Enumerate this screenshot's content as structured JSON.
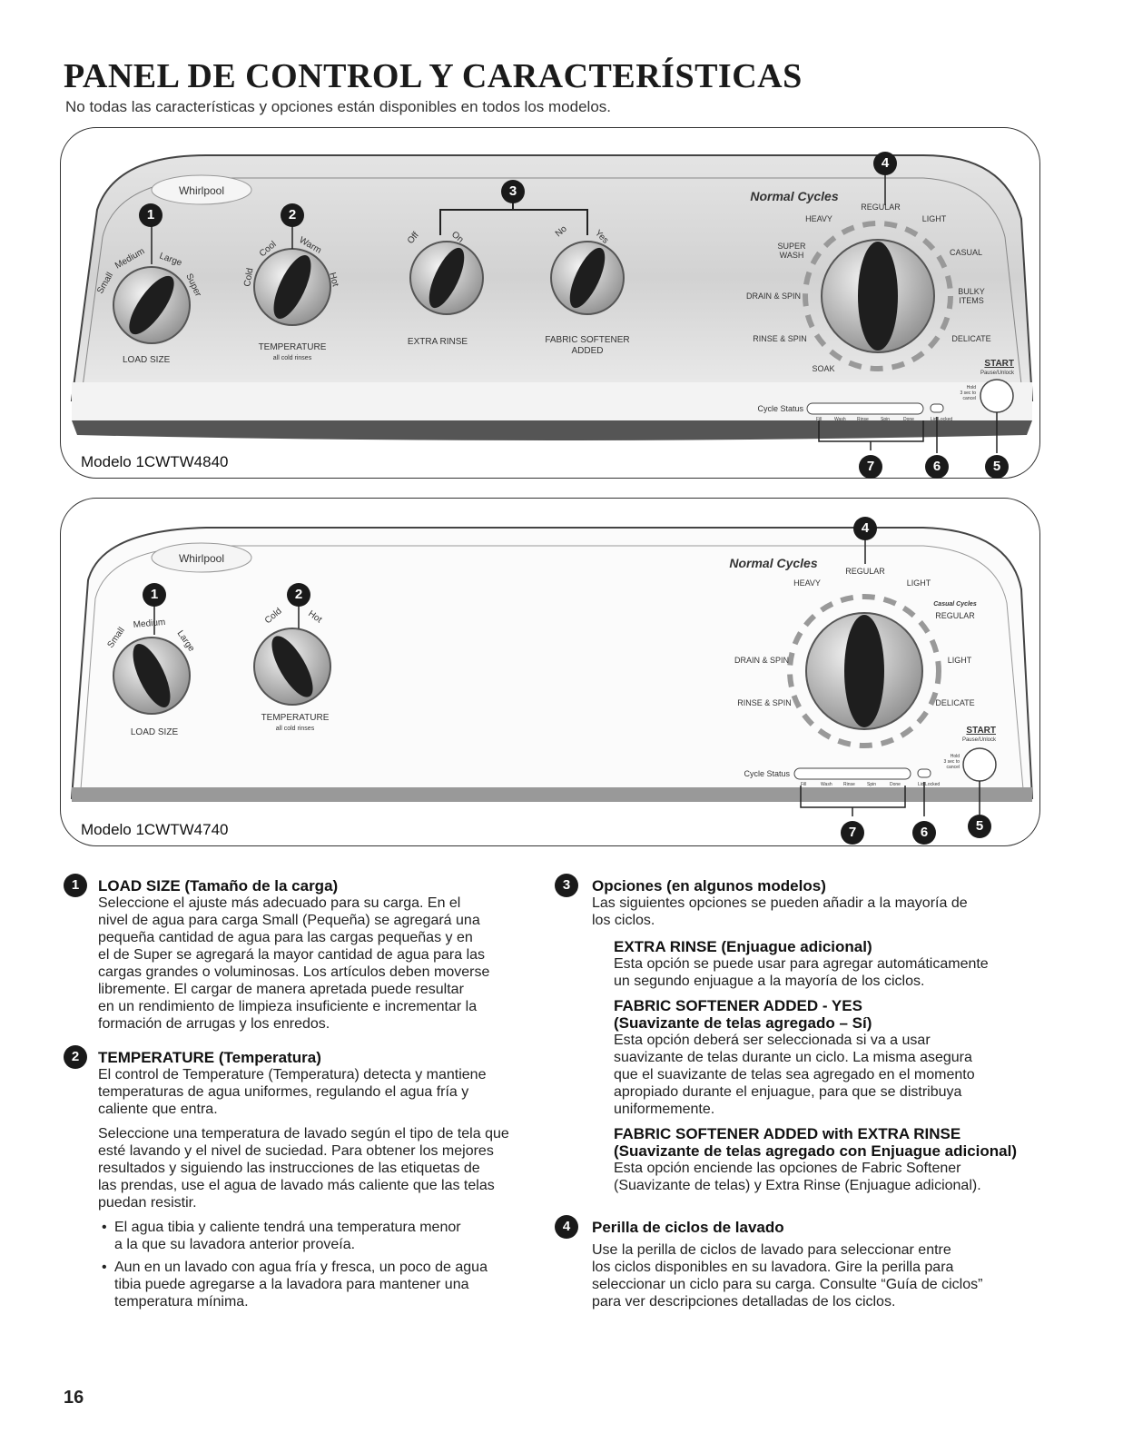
{
  "page": {
    "title": "PANEL DE CONTROL Y CARACTERÍSTICAS",
    "subtitle": "No todas las características y opciones están disponibles en todos los modelos.",
    "page_number": "16"
  },
  "panel1": {
    "model": "Modelo 1CWTW4840",
    "brand": "Whirlpool",
    "load": {
      "title": "LOAD SIZE",
      "small": "Small",
      "medium": "Medium",
      "large": "Large",
      "super": "Super"
    },
    "temp": {
      "title": "TEMPERATURE",
      "sub": "all cold rinses",
      "cold": "Cold",
      "cool": "Cool",
      "warm": "Warm",
      "hot": "Hot"
    },
    "rinse": {
      "title": "EXTRA RINSE",
      "off": "Off",
      "on": "On"
    },
    "softener": {
      "title1": "FABRIC SOFTENER",
      "title2": "ADDED",
      "no": "No",
      "yes": "Yes"
    },
    "cycles": {
      "title": "Normal Cycles",
      "regular": "REGULAR",
      "heavy": "HEAVY",
      "light": "LIGHT",
      "super1": "SUPER",
      "super2": "WASH",
      "casual": "CASUAL",
      "bulky1": "BULKY",
      "bulky2": "ITEMS",
      "drain": "DRAIN & SPIN",
      "delicate": "DELICATE",
      "rinse": "RINSE & SPIN",
      "soak": "SOAK"
    },
    "start": {
      "label": "START",
      "sub": "Pause/Unlock",
      "hold1": "Hold",
      "hold2": "3 sec to",
      "hold3": "cancel"
    },
    "status": {
      "label": "Cycle Status",
      "fill": "Fill",
      "wash": "Wash",
      "rinse": "Rinse",
      "spin": "Spin",
      "done": "Done",
      "lid": "Lid Locked"
    },
    "callouts": [
      "1",
      "2",
      "3",
      "4",
      "5",
      "6",
      "7"
    ]
  },
  "panel2": {
    "model": "Modelo 1CWTW4740",
    "brand": "Whirlpool",
    "load": {
      "title": "LOAD SIZE",
      "small": "Small",
      "medium": "Medium",
      "large": "Large"
    },
    "temp": {
      "title": "TEMPERATURE",
      "sub": "all cold rinses",
      "cold": "Cold",
      "hot": "Hot"
    },
    "cycles": {
      "title": "Normal Cycles",
      "regular": "REGULAR",
      "heavy": "HEAVY",
      "light": "LIGHT",
      "casual_title": "Casual Cycles",
      "casual_regular": "REGULAR",
      "casual_light": "LIGHT",
      "drain": "DRAIN & SPIN",
      "delicate": "DELICATE",
      "rinse": "RINSE & SPIN"
    },
    "start": {
      "label": "START",
      "sub": "Pause/Unlock",
      "hold1": "Hold",
      "hold2": "3 sec to",
      "hold3": "cancel"
    },
    "status": {
      "label": "Cycle Status",
      "fill": "Fill",
      "wash": "Wash",
      "rinse": "Rinse",
      "spin": "Spin",
      "done": "Done",
      "lid": "Lid Locked"
    },
    "callouts": [
      "1",
      "2",
      "4",
      "5",
      "6",
      "7"
    ]
  },
  "sections": {
    "s1": {
      "num": "1",
      "heading": "LOAD SIZE (Tamaño de la carga)",
      "lines": [
        "Seleccione el ajuste más adecuado para su carga. En el",
        "nivel de agua para carga Small (Pequeña) se agregará una",
        "pequeña cantidad de agua para las cargas pequeñas y en",
        "el de Super se agregará la mayor cantidad de agua para las",
        "cargas grandes o voluminosas. Los artículos deben moverse",
        "libremente. El cargar de manera apretada puede resultar",
        "en un rendimiento de limpieza insuficiente e incrementar la",
        "formación de arrugas y los enredos."
      ]
    },
    "s2": {
      "num": "2",
      "heading": "TEMPERATURE (Temperatura)",
      "p1": [
        "El control de Temperature (Temperatura) detecta y mantiene",
        "temperaturas de agua uniformes, regulando el agua fría y",
        "caliente que entra."
      ],
      "p2": [
        "Seleccione una temperatura de lavado según el tipo de tela que",
        "esté lavando y el nivel de suciedad. Para obtener los mejores",
        "resultados y siguiendo las instrucciones de las etiquetas de",
        "las prendas, use el agua de lavado más caliente que las telas",
        "puedan resistir."
      ],
      "b1": [
        "El agua tibia y caliente tendrá una temperatura menor",
        "a la que su lavadora anterior proveía."
      ],
      "b2": [
        "Aun en un lavado con agua fría y fresca, un poco de agua",
        "tibia puede agregarse a la lavadora para mantener una",
        "temperatura mínima."
      ]
    },
    "s3": {
      "num": "3",
      "heading": "Opciones (en algunos modelos)",
      "intro": [
        "Las siguientes opciones se pueden añadir a la mayoría de",
        "los ciclos."
      ],
      "a_head": "EXTRA RINSE (Enjuague adicional)",
      "a_text": [
        "Esta opción se puede usar para agregar automáticamente",
        "un segundo enjuague a la mayoría de los ciclos."
      ],
      "b_head1": "FABRIC SOFTENER ADDED - YES",
      "b_head2": "(Suavizante de telas agregado – Sí)",
      "b_text": [
        "Esta opción deberá ser seleccionada si va a usar",
        "suavizante de telas durante un ciclo. La misma asegura",
        "que el suavizante de telas sea agregado en el momento",
        "apropiado durante el enjuague, para que se distribuya",
        "uniformemente."
      ],
      "c_head1": "FABRIC SOFTENER ADDED with EXTRA RINSE",
      "c_head2": "(Suavizante de telas agregado con Enjuague adicional)",
      "c_text": [
        "Esta opción enciende las opciones de Fabric Softener",
        "(Suavizante de telas) y Extra Rinse (Enjuague adicional)."
      ]
    },
    "s4": {
      "num": "4",
      "heading": "Perilla de ciclos de lavado",
      "lines": [
        "Use la perilla de ciclos de lavado para seleccionar entre",
        "los ciclos disponibles en su lavadora. Gire la perilla para",
        "seleccionar un ciclo para su carga. Consulte “Guía de ciclos”",
        "para ver descripciones detalladas de los ciclos."
      ]
    }
  }
}
